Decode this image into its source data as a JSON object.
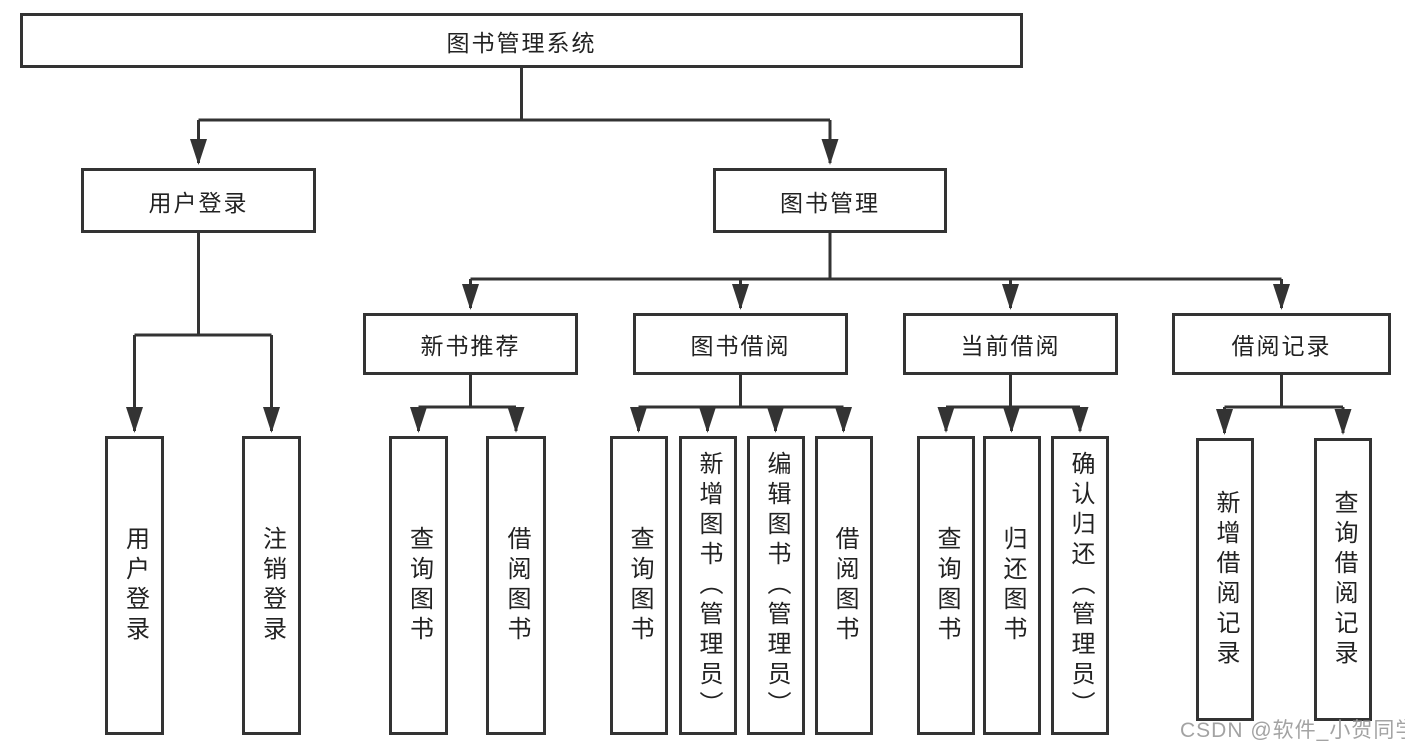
{
  "colors": {
    "line": "#333333",
    "box_border": "#333333",
    "text": "#222222",
    "background": "#ffffff",
    "watermark": "#9e9e9e"
  },
  "watermark": {
    "text": "CSDN @软件_小贺同学"
  },
  "diagram": {
    "type": "hierarchy-tree",
    "root": {
      "label": "图书管理系统",
      "children": [
        {
          "label": "用户登录",
          "children": [
            {
              "label": "用户登录"
            },
            {
              "label": "注销登录"
            }
          ]
        },
        {
          "label": "图书管理",
          "children": [
            {
              "label": "新书推荐",
              "children": [
                {
                  "label": "查询图书"
                },
                {
                  "label": "借阅图书"
                }
              ]
            },
            {
              "label": "图书借阅",
              "children": [
                {
                  "label": "查询图书"
                },
                {
                  "label": "新增图书（管理员）"
                },
                {
                  "label": "编辑图书（管理员）"
                },
                {
                  "label": "借阅图书"
                }
              ]
            },
            {
              "label": "当前借阅",
              "children": [
                {
                  "label": "查询图书"
                },
                {
                  "label": "归还图书"
                },
                {
                  "label": "确认归还（管理员）"
                }
              ]
            },
            {
              "label": "借阅记录",
              "children": [
                {
                  "label": "新增借阅记录"
                },
                {
                  "label": "查询借阅记录"
                }
              ]
            }
          ]
        }
      ]
    }
  }
}
